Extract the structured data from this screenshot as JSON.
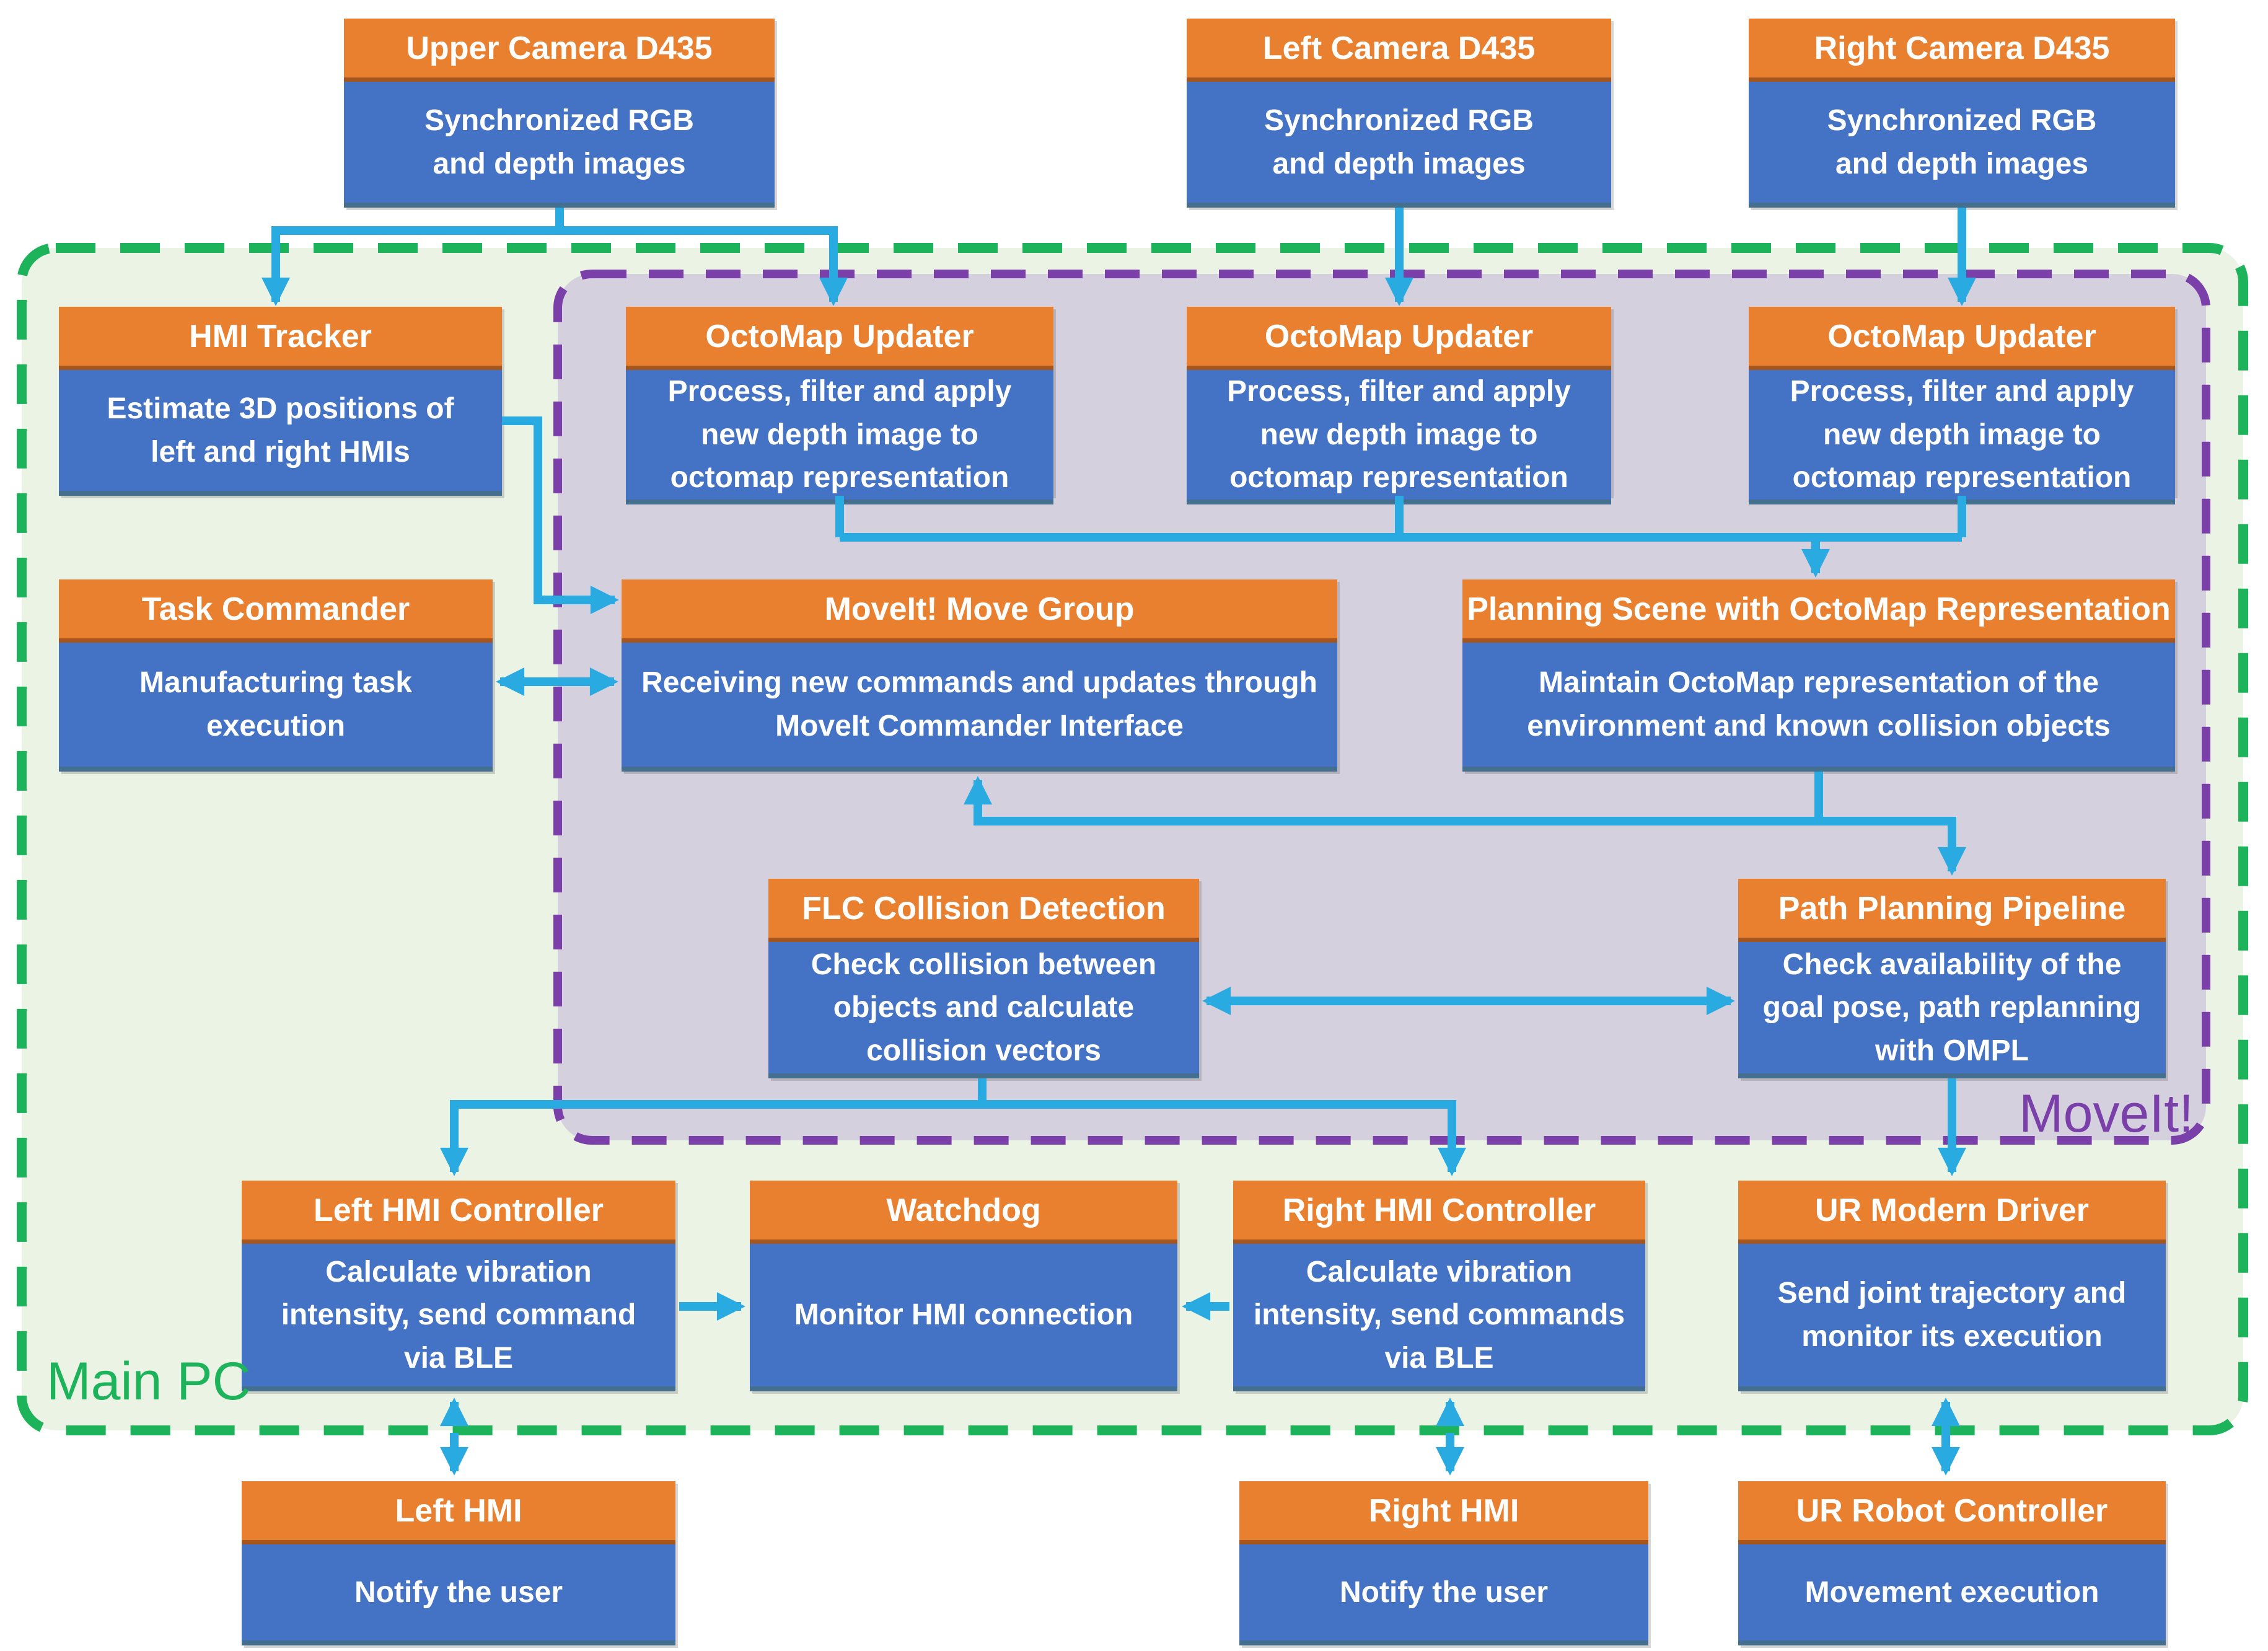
{
  "title": "Robot system software architecture diagram",
  "colors": {
    "header_bg": "#E8802F",
    "header_edge": "#A4561E",
    "body_bg": "#4472C4",
    "body_edge": "#456F8F",
    "arrow": "#29ABE2",
    "main_pc_border": "#1CB35A",
    "main_pc_fill": "#EBF3E5",
    "moveit_border": "#7B3FA9",
    "moveit_fill": "#D5D0DE",
    "text": "#FFFFFF"
  },
  "groups": {
    "main_pc": {
      "label": "Main PC"
    },
    "moveit": {
      "label": "MoveIt!"
    }
  },
  "nodes": {
    "upper_camera": {
      "title": "Upper Camera D435",
      "body": "Synchronized RGB\nand depth images"
    },
    "left_camera": {
      "title": "Left Camera D435",
      "body": "Synchronized RGB\nand depth images"
    },
    "right_camera": {
      "title": "Right Camera D435",
      "body": "Synchronized RGB\nand depth images"
    },
    "hmi_tracker": {
      "title": "HMI Tracker",
      "body": "Estimate 3D positions of\nleft and right HMIs"
    },
    "octomap_updater_1": {
      "title": "OctoMap Updater",
      "body": "Process, filter and apply\nnew depth image to\noctomap representation"
    },
    "octomap_updater_2": {
      "title": "OctoMap Updater",
      "body": "Process, filter and apply\nnew depth image to\noctomap representation"
    },
    "octomap_updater_3": {
      "title": "OctoMap Updater",
      "body": "Process, filter and apply\nnew depth image to\noctomap representation"
    },
    "task_commander": {
      "title": "Task Commander",
      "body": "Manufacturing task\nexecution"
    },
    "move_group": {
      "title": "MoveIt! Move Group",
      "body": "Receiving new commands and updates through\nMoveIt Commander Interface"
    },
    "planning_scene": {
      "title": "Planning Scene with OctoMap Representation",
      "body": "Maintain OctoMap representation of the\nenvironment and known collision objects"
    },
    "flc_collision": {
      "title": "FLC Collision Detection",
      "body": "Check collision between\nobjects and calculate\ncollision vectors"
    },
    "path_planning": {
      "title": "Path Planning Pipeline",
      "body": "Check availability of the\ngoal pose, path replanning\nwith OMPL"
    },
    "left_hmi_controller": {
      "title": "Left HMI Controller",
      "body": "Calculate vibration\nintensity, send command\nvia BLE"
    },
    "watchdog": {
      "title": "Watchdog",
      "body": "Monitor HMI connection"
    },
    "right_hmi_controller": {
      "title": "Right HMI Controller",
      "body": "Calculate vibration\nintensity, send commands\nvia BLE"
    },
    "ur_modern_driver": {
      "title": "UR Modern Driver",
      "body": "Send joint trajectory and\nmonitor its execution"
    },
    "left_hmi": {
      "title": "Left HMI",
      "body": "Notify the user"
    },
    "right_hmi": {
      "title": "Right HMI",
      "body": "Notify the user"
    },
    "ur_robot_controller": {
      "title": "UR Robot Controller",
      "body": "Movement execution"
    }
  }
}
